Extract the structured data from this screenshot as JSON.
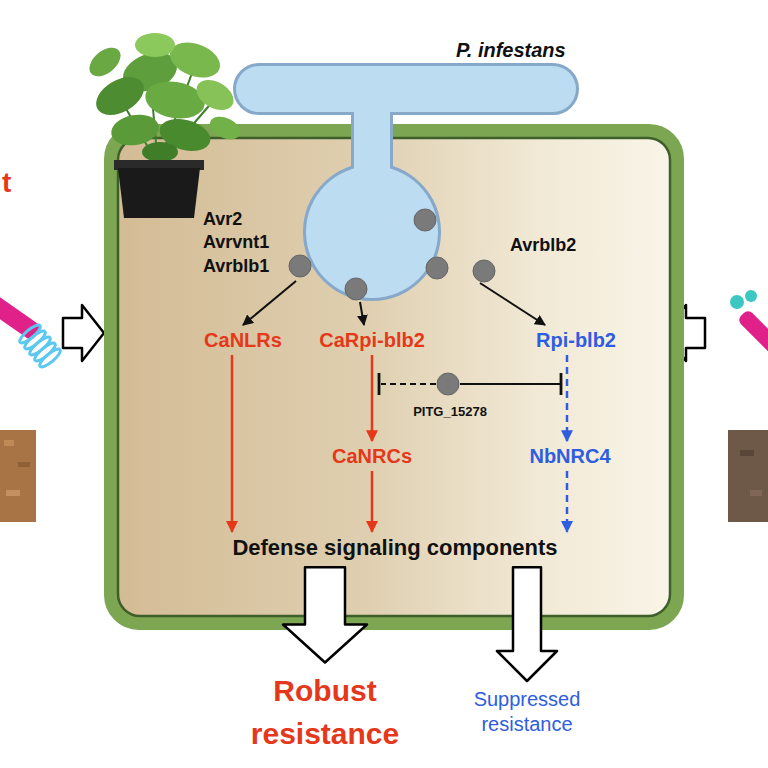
{
  "diagram": {
    "nodes": [
      {
        "text": [
          "P. infestans"
        ]
      },
      {
        "text": [
          "CaNLRs"
        ]
      },
      {
        "text": [
          "CaRpi-blb2"
        ]
      },
      {
        "text": [
          "Rpi-blb2"
        ]
      },
      {
        "text": [
          "CaNRCs"
        ]
      },
      {
        "text": [
          "NbNRC4"
        ]
      },
      {
        "text": [
          "Defense signaling components"
        ]
      },
      {
        "text": [
          "Robust resistance"
        ]
      },
      {
        "text": [
          "Suppressed resistance"
        ]
      }
    ],
    "edges": [
      {
        "from": 0,
        "to": 1,
        "arrow": "to"
      },
      {
        "from": 0,
        "to": 2,
        "arrow": "to"
      },
      {
        "from": 0,
        "to": 3,
        "arrow": "to"
      },
      {
        "from": 1,
        "to": 6,
        "arrow": "to"
      },
      {
        "from": 2,
        "to": 4,
        "arrow": "to"
      },
      {
        "from": 4,
        "to": 6,
        "arrow": "to"
      },
      {
        "from": 3,
        "to": 5,
        "arrow": "to"
      },
      {
        "from": 5,
        "to": 6,
        "arrow": "to"
      },
      {
        "from": 6,
        "to": 7,
        "arrow": "to"
      },
      {
        "from": 6,
        "to": 8,
        "arrow": "to"
      }
    ],
    "labels": [
      "t",
      "Avr2 Avrvnt1 Avrblb1",
      "Avrblb2",
      "PITG_15278"
    ]
  }
}
